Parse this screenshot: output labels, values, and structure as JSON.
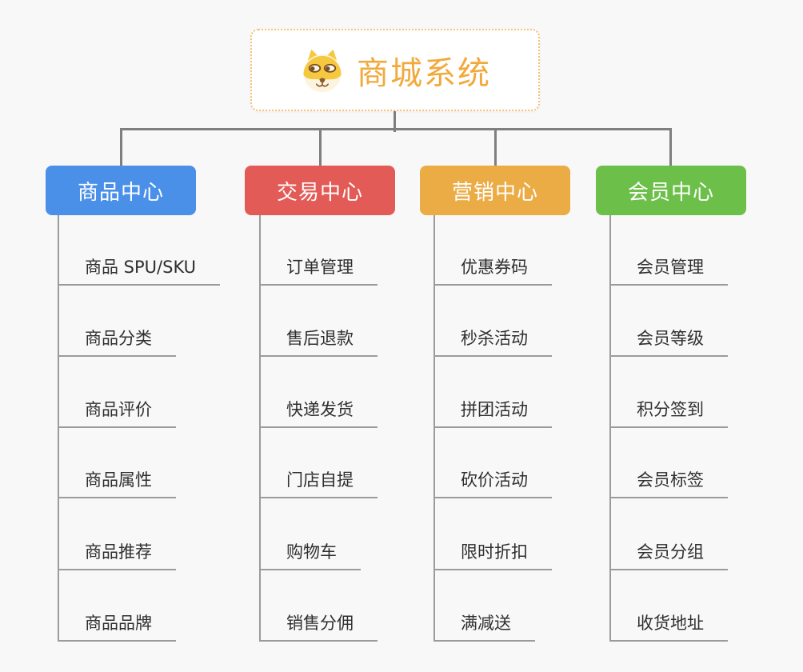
{
  "canvas": {
    "background_color": "#F8F8F8",
    "connector_color": "#7F7F7F",
    "leaf_line_color": "#9B9B9B"
  },
  "root": {
    "title": "商城系统",
    "icon": "shiba-dog-icon",
    "title_color": "#F2A93C",
    "border_color": "#F5C178"
  },
  "branches": [
    {
      "label": "商品中心",
      "color": "#4A90E8",
      "children": [
        "商品 SPU/SKU",
        "商品分类",
        "商品评价",
        "商品属性",
        "商品推荐",
        "商品品牌"
      ]
    },
    {
      "label": "交易中心",
      "color": "#E25B56",
      "children": [
        "订单管理",
        "售后退款",
        "快递发货",
        "门店自提",
        "购物车",
        "销售分佣"
      ]
    },
    {
      "label": "营销中心",
      "color": "#EBAC45",
      "children": [
        "优惠券码",
        "秒杀活动",
        "拼团活动",
        "砍价活动",
        "限时折扣",
        "满减送"
      ]
    },
    {
      "label": "会员中心",
      "color": "#6CC04A",
      "children": [
        "会员管理",
        "会员等级",
        "积分签到",
        "会员标签",
        "会员分组",
        "收货地址"
      ]
    }
  ]
}
